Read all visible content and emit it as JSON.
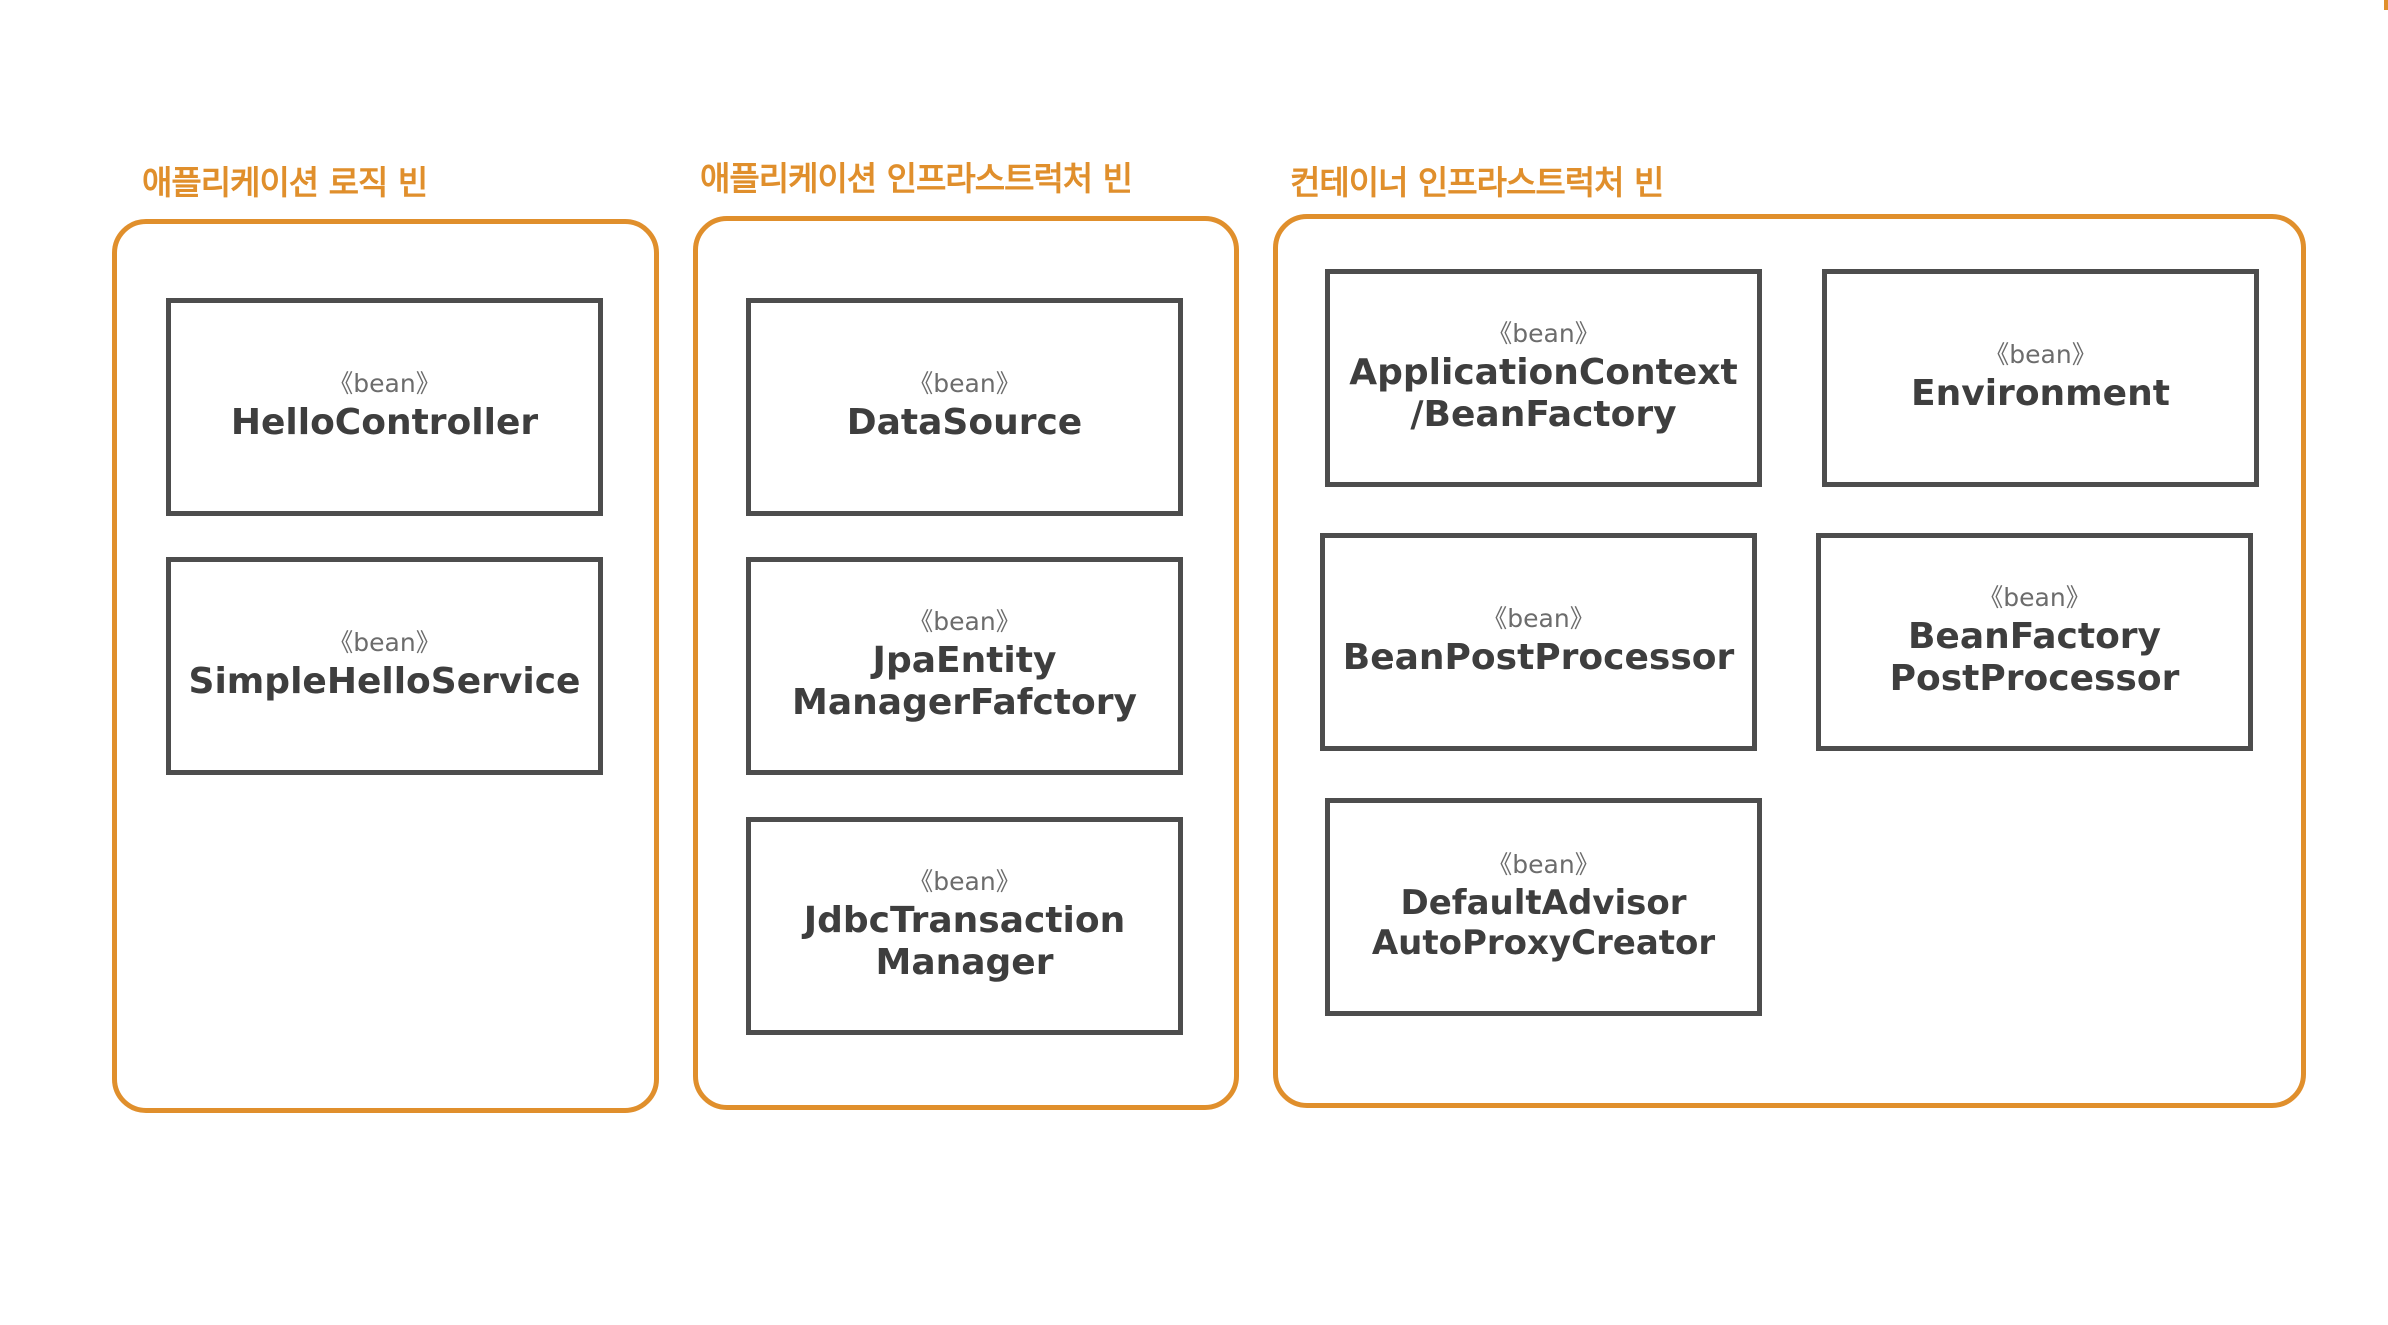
{
  "groups": [
    {
      "title": "애플리케이션 로직 빈"
    },
    {
      "title": "애플리케이션 인프라스트럭처 빈"
    },
    {
      "title": "컨테이너 인프라스트럭처 빈"
    }
  ],
  "stereotype": "《bean》",
  "beans": {
    "hello_controller": [
      "HelloController"
    ],
    "simple_hello_service": [
      "SimpleHelloService"
    ],
    "data_source": [
      "DataSource"
    ],
    "jpa_entity_manager_factory": [
      "JpaEntity",
      "ManagerFafctory"
    ],
    "jdbc_transaction_manager": [
      "JdbcTransaction",
      "Manager"
    ],
    "application_context": [
      "ApplicationContext",
      "/BeanFactory"
    ],
    "environment": [
      "Environment"
    ],
    "bean_post_processor": [
      "BeanPostProcessor"
    ],
    "bean_factory_post_processor": [
      "BeanFactory",
      "PostProcessor"
    ],
    "default_advisor_auto_proxy_creator": [
      "DefaultAdvisor",
      "AutoProxyCreator"
    ]
  },
  "colors": {
    "accent": "#e08f2c",
    "box_border": "#4d4d4d",
    "text": "#3e3e3e",
    "stereotype": "#6c6c6c"
  }
}
